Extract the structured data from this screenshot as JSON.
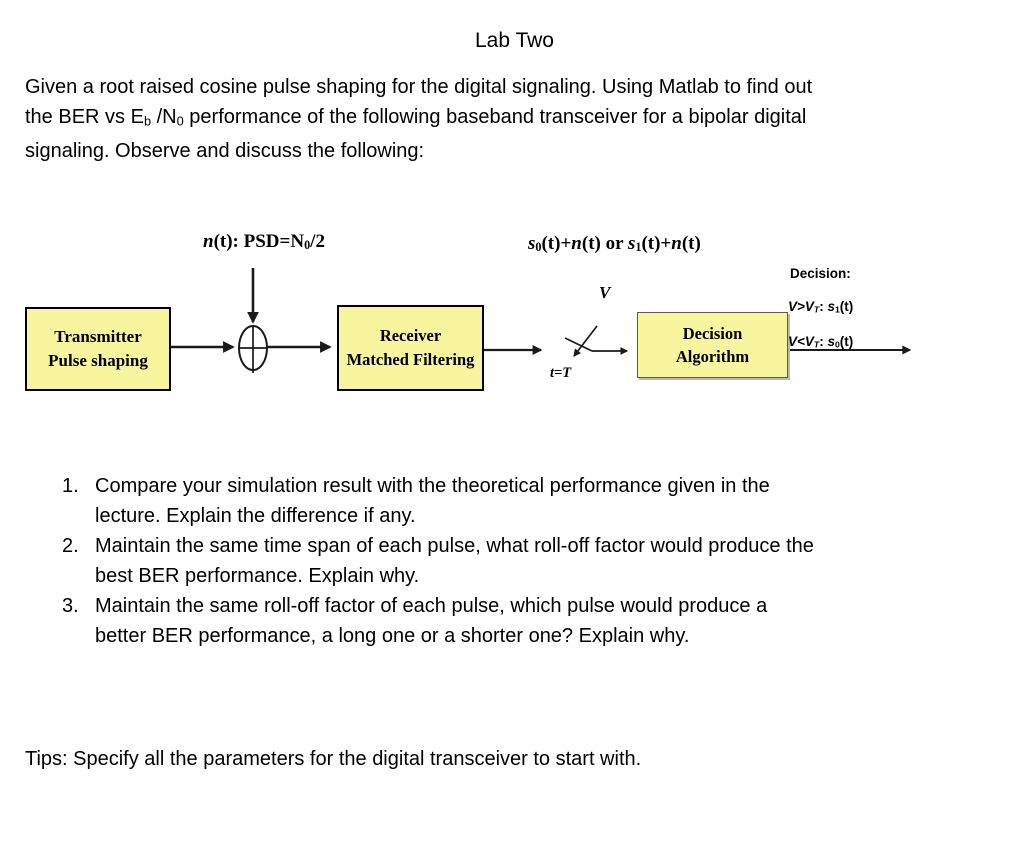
{
  "title": "Lab Two",
  "intro": {
    "line1": "Given a root raised cosine pulse shaping for the digital signaling. Using Matlab to find out",
    "line2": [
      {
        "t": "the BER vs E",
        "c": ""
      },
      {
        "t": "b",
        "c": "sub"
      },
      {
        "t": " /N",
        "c": ""
      },
      {
        "t": "0",
        "c": "sub"
      },
      {
        "t": " performance of the following baseband transceiver for a bipolar digital",
        "c": ""
      }
    ],
    "line3": "signaling. Observe and discuss the following:"
  },
  "diagram": {
    "noise_label": [
      {
        "t": "n",
        "c": "it"
      },
      {
        "t": "(t): PSD=N",
        "c": ""
      },
      {
        "t": "0",
        "c": "sub"
      },
      {
        "t": "/2",
        "c": ""
      }
    ],
    "signal_label": [
      {
        "t": "s",
        "c": "it"
      },
      {
        "t": "0",
        "c": "sub"
      },
      {
        "t": "(t)+",
        "c": ""
      },
      {
        "t": "n",
        "c": "it"
      },
      {
        "t": "(t) or ",
        "c": ""
      },
      {
        "t": "s",
        "c": "it"
      },
      {
        "t": "1",
        "c": "sub"
      },
      {
        "t": "(t)+",
        "c": ""
      },
      {
        "t": "n",
        "c": "it"
      },
      {
        "t": "(t)",
        "c": ""
      }
    ],
    "transmitter": {
      "line1": "Transmitter",
      "line2": "Pulse shaping"
    },
    "receiver": {
      "line1": "Receiver",
      "line2": "Matched Filtering"
    },
    "decision": {
      "line1": "Decision",
      "line2": "Algorithm"
    },
    "sampler": {
      "value_label": "V",
      "time_label": "t=T"
    },
    "output": {
      "heading": "Decision:",
      "rule1": [
        {
          "t": "V>V",
          "c": "it"
        },
        {
          "t": "T",
          "c": "sub it"
        },
        {
          "t": ": ",
          "c": ""
        },
        {
          "t": "s",
          "c": "it"
        },
        {
          "t": "1",
          "c": "sub"
        },
        {
          "t": "(t)",
          "c": ""
        }
      ],
      "rule2": [
        {
          "t": "V<V",
          "c": "it"
        },
        {
          "t": "T",
          "c": "sub it"
        },
        {
          "t": ": ",
          "c": ""
        },
        {
          "t": "s",
          "c": "it"
        },
        {
          "t": "0",
          "c": "sub"
        },
        {
          "t": "(t)",
          "c": ""
        }
      ]
    }
  },
  "questions": [
    {
      "number": "1.",
      "lines": [
        "Compare your simulation result with the theoretical performance given in the",
        "lecture. Explain the difference if any."
      ]
    },
    {
      "number": "2.",
      "lines": [
        "Maintain the same time span of each pulse, what roll-off factor would produce the",
        "best BER performance. Explain why."
      ]
    },
    {
      "number": "3.",
      "lines": [
        "Maintain the same roll-off factor of each pulse, which pulse would produce a",
        "better BER performance, a long one or a shorter one? Explain why."
      ]
    }
  ],
  "tips": "Tips: Specify all the parameters for the digital transceiver to start with.",
  "colors": {
    "block-fill": "#f8f59e",
    "block-border": "#000000",
    "decision-border": "#595959",
    "line-color": "#1a1a1a"
  }
}
